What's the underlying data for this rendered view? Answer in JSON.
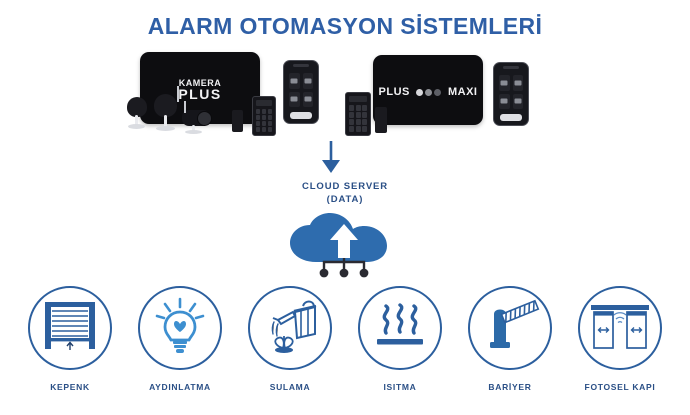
{
  "page": {
    "title": "ALARM OTOMASYON SİSTEMLERİ",
    "background_color": "#ffffff",
    "accent_color": "#2c5f9e",
    "title_color": "#2f5fa6",
    "label_color": "#2a4f86"
  },
  "devices": {
    "groups": [
      {
        "name": "kamera-plus",
        "panel_brand_line1": "KAMERA",
        "panel_brand_line2": "PLUS",
        "items": [
          "alarm-panel",
          "indoor-camera",
          "indoor-camera",
          "bullet-camera",
          "keypad",
          "siren-box",
          "smartphone"
        ]
      },
      {
        "name": "plus-maxi",
        "panel_brand_line1": "PLUS",
        "panel_brand_line2": "MAXI",
        "panel_badges": [
          "badge-1",
          "badge-2",
          "badge-3"
        ],
        "items": [
          "alarm-panel",
          "keypad",
          "siren-box",
          "smartphone"
        ]
      }
    ]
  },
  "flow": {
    "arrow_icon": "arrow-down-icon",
    "cloud_icon": "cloud-upload-icon",
    "cloud_label_line1": "CLOUD SERVER",
    "cloud_label_line2": "(DATA)"
  },
  "features": [
    {
      "label": "KEPENK",
      "icon": "roller-shutter-icon"
    },
    {
      "label": "AYDINLATMA",
      "icon": "light-bulb-icon"
    },
    {
      "label": "SULAMA",
      "icon": "watering-can-icon"
    },
    {
      "label": "ISITMA",
      "icon": "heating-icon"
    },
    {
      "label": "BARİYER",
      "icon": "barrier-gate-icon"
    },
    {
      "label": "FOTOSEL KAPI",
      "icon": "automatic-door-icon"
    }
  ]
}
